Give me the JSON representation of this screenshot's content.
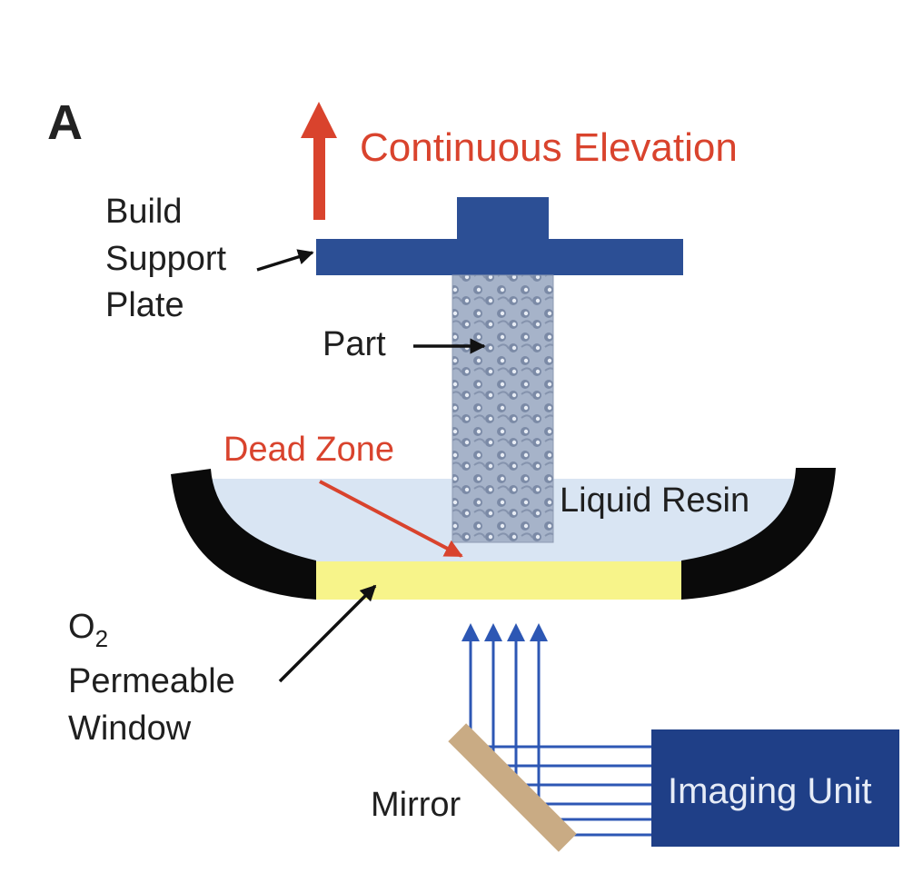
{
  "panel_label": "A",
  "labels": {
    "continuous_elevation": "Continuous Elevation",
    "build_support_plate": [
      "Build",
      "Support",
      "Plate"
    ],
    "part": "Part",
    "dead_zone": "Dead Zone",
    "liquid_resin": "Liquid Resin",
    "window": {
      "o": "O",
      "sub": "2",
      "line2": "Permeable",
      "line3": "Window"
    },
    "mirror": "Mirror",
    "imaging_unit": "Imaging Unit"
  },
  "colors": {
    "plate": "#2c4f95",
    "imaging_unit": "#1f3f87",
    "light_rays": "#2d57b4",
    "elevation_arrow": "#d9432d",
    "resin": "#d9e5f3",
    "window": "#f7f48a",
    "vat_wall": "#0a0a0a",
    "mirror": "#c9ab84",
    "part": "#9aaac4"
  }
}
